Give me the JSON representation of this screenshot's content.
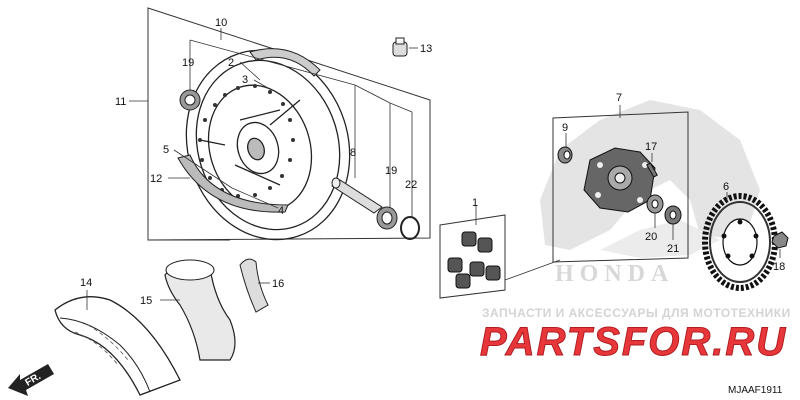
{
  "diagram": {
    "callouts": [
      {
        "id": "c1",
        "text": "1"
      },
      {
        "id": "c2",
        "text": "2"
      },
      {
        "id": "c3",
        "text": "3"
      },
      {
        "id": "c4",
        "text": "4"
      },
      {
        "id": "c5",
        "text": "5"
      },
      {
        "id": "c6",
        "text": "6"
      },
      {
        "id": "c7",
        "text": "7"
      },
      {
        "id": "c8",
        "text": "8"
      },
      {
        "id": "c9",
        "text": "9"
      },
      {
        "id": "c10",
        "text": "10"
      },
      {
        "id": "c11",
        "text": "11"
      },
      {
        "id": "c12",
        "text": "12"
      },
      {
        "id": "c13",
        "text": "13"
      },
      {
        "id": "c14",
        "text": "14"
      },
      {
        "id": "c15",
        "text": "15"
      },
      {
        "id": "c16",
        "text": "16"
      },
      {
        "id": "c17",
        "text": "17"
      },
      {
        "id": "c18",
        "text": "18"
      },
      {
        "id": "c19a",
        "text": "19"
      },
      {
        "id": "c19b",
        "text": "19"
      },
      {
        "id": "c20",
        "text": "20"
      },
      {
        "id": "c21",
        "text": "21"
      },
      {
        "id": "c22",
        "text": "22"
      }
    ],
    "front_label": "FR.",
    "diagram_code": "MJAAF1911",
    "watermark_logo": "HONDA"
  },
  "branding": {
    "tagline": "ЗАПЧАСТИ И АКСЕССУАРЫ ДЛЯ МОТОТЕХНИКИ",
    "logo_text": "PARTSFOR.RU",
    "logo_color": "#e8373a",
    "tagline_color": "#d0d0d0"
  }
}
